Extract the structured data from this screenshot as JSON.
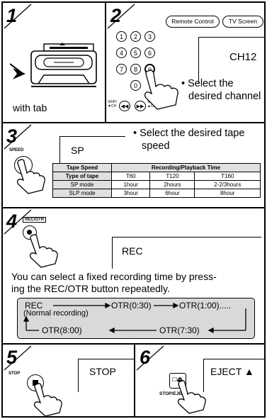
{
  "step1": {
    "number": "1",
    "label": "with tab"
  },
  "step2": {
    "number": "2",
    "bubbles": [
      "Remote Control",
      "TV Screen"
    ],
    "keys": [
      "1",
      "2",
      "3",
      "4",
      "5",
      "6",
      "7",
      "8",
      "9",
      "0"
    ],
    "skip_down": "SKIP/\n▼CH",
    "skip_up": "SKIP/\n▲CH",
    "screen_text": "CH12",
    "instruction_line1": "• Select the",
    "instruction_line2": "desired channel"
  },
  "step3": {
    "number": "3",
    "button_label": "SPEED",
    "screen_text": "SP",
    "instruction_line1": "• Select the desired tape",
    "instruction_line2": "speed",
    "table": {
      "header_left": "Tape Speed",
      "header_right": "Recording/Playback Time",
      "subheader": [
        "Type of tape",
        "T60",
        "T120",
        "T160"
      ],
      "rows": [
        [
          "SP mode",
          "1hour",
          "2hours",
          "2-2/3hours"
        ],
        [
          "SLP mode",
          "3hour",
          "6hour",
          "8hour"
        ]
      ]
    }
  },
  "step4": {
    "number": "4",
    "button_label": "REC/OTR",
    "screen_text": "REC",
    "paragraph_line1": "You can select a fixed recording time by press-",
    "paragraph_line2": "ing the REC/OTR button repeatedly.",
    "cycle": {
      "rec": "REC",
      "normal": "(Normal recording)",
      "otr030": "OTR(0:30)",
      "otr100": "OTR(1:00).....",
      "otr730": "OTR(7:30)",
      "otr800": "OTR(8:00)"
    }
  },
  "step5": {
    "number": "5",
    "button_label": "STOP",
    "screen_text": "STOP"
  },
  "step6": {
    "number": "6",
    "button_label": "STOP/EJECT",
    "screen_text": "EJECT ▲"
  }
}
